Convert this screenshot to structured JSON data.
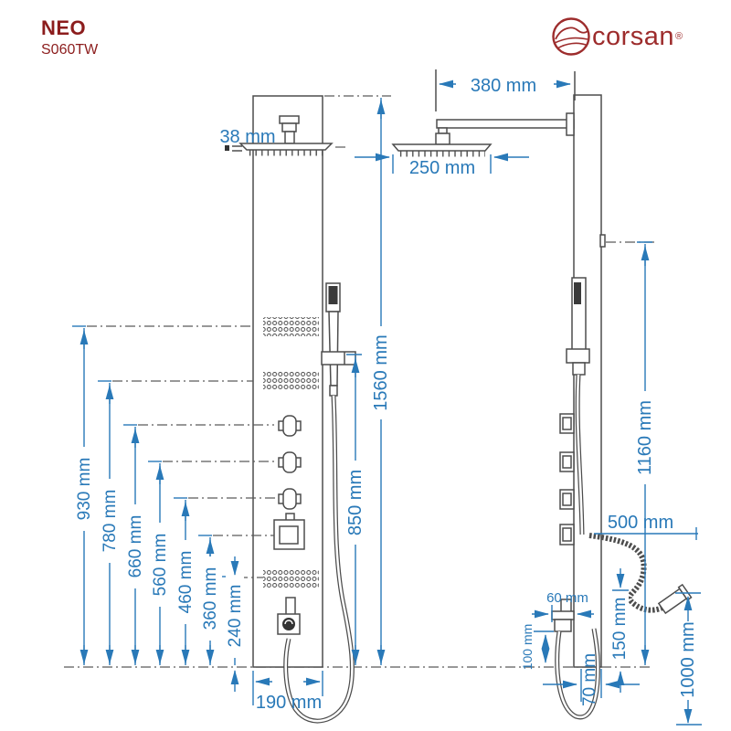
{
  "brand": {
    "model": "NEO",
    "code": "S060TW",
    "logo_text": "corsan",
    "registered": "®"
  },
  "dimensions": {
    "front": {
      "head_plate_thickness": "38 mm",
      "feature_heights": [
        "930 mm",
        "780 mm",
        "660 mm",
        "560 mm",
        "460 mm",
        "360 mm",
        "240 mm"
      ],
      "hand_shower_holder_height": "850 mm",
      "panel_height": "1560 mm",
      "panel_width": "190 mm"
    },
    "side": {
      "arm_length": "380 mm",
      "head_width": "250 mm",
      "upper_outlet_height": "1160 mm",
      "hose_reach": "500 mm",
      "spout_depth": "60 mm",
      "spout_bottom_height": "100 mm",
      "lower_outlet_height": "150 mm",
      "hose_loop_width": "70 mm",
      "hand_shower_drop": "1000 mm"
    }
  },
  "colors": {
    "dimension_blue": "#2979b8",
    "brand_red": "#8c1d1d",
    "logo_red": "#9d2c2c",
    "line_gray": "#4d4d4d"
  }
}
